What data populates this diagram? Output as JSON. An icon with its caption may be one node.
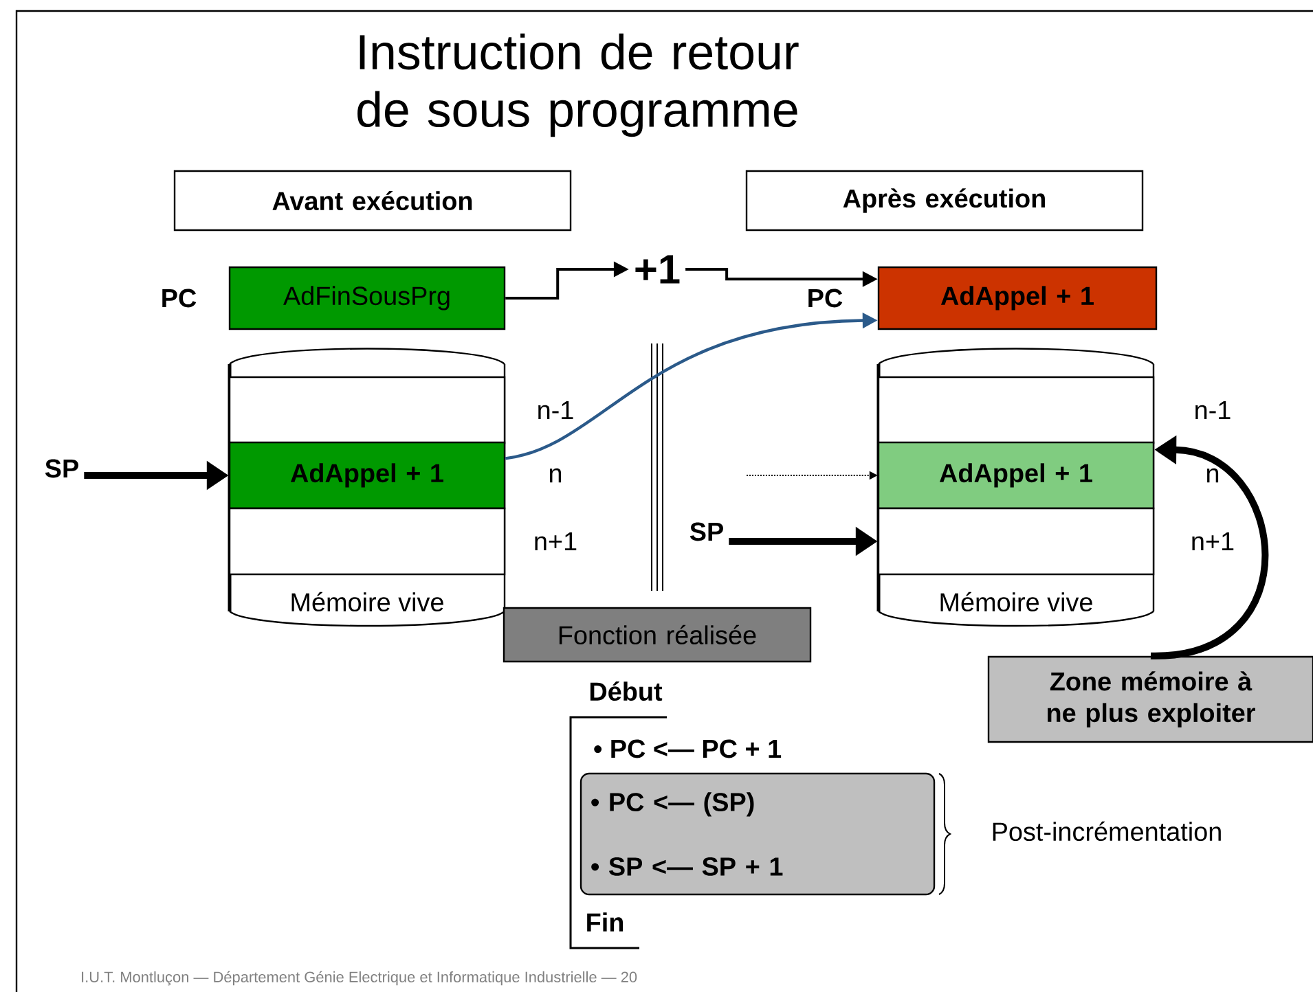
{
  "diagram": {
    "title": "Instruction de retour de sous programme",
    "nodes": [
      {
        "text": [
          "Avant exécution"
        ]
      },
      {
        "text": [
          "Après exécution"
        ]
      },
      {
        "text": [
          "AdFinSousPrg"
        ],
        "beside": [
          "PC"
        ]
      },
      {
        "text": [
          "+1"
        ]
      },
      {
        "text": [
          "AdAppel + 1"
        ],
        "beside": [
          "PC"
        ]
      },
      {
        "text": [
          "Mémoire vive"
        ]
      },
      {
        "text": [],
        "shape": "box",
        "in": 5,
        "beside": [
          "n-1"
        ]
      },
      {
        "text": [
          "AdAppel + 1"
        ],
        "in": 5,
        "beside": [
          "n"
        ]
      },
      {
        "text": [],
        "shape": "box",
        "in": 5,
        "beside": [
          "n+1"
        ]
      },
      {
        "text": [
          "SP"
        ]
      },
      {
        "text": [
          "Mémoire vive"
        ]
      },
      {
        "text": [],
        "shape": "box",
        "in": 10,
        "beside": [
          "n-1"
        ]
      },
      {
        "text": [
          "AdAppel + 1"
        ],
        "in": 10,
        "beside": [
          "n"
        ]
      },
      {
        "text": [],
        "shape": "box",
        "in": 10,
        "beside": [
          "n+1"
        ]
      },
      {
        "text": [
          "SP"
        ]
      },
      {
        "text": [
          "Fonction réalisée"
        ]
      },
      {
        "text": [
          "Zone mémoire à ne plus exploiter"
        ]
      },
      {
        "text": [
          "• PC <— (SP)",
          "• SP <— SP + 1"
        ],
        "beside": [
          "Post-incrémentation"
        ]
      }
    ],
    "edges": [
      {
        "from": 2,
        "to": 3,
        "arrow": "to"
      },
      {
        "from": 3,
        "to": 4,
        "arrow": "to"
      },
      {
        "from": 7,
        "to": 4,
        "arrow": "to",
        "color": "#2b5a8a"
      },
      {
        "from": 9,
        "to": 7,
        "arrow": "to",
        "style": "thick"
      },
      {
        "from": null,
        "to": 12,
        "arrow": "to",
        "style": "dashed"
      },
      {
        "from": 14,
        "to": 13,
        "arrow": "to",
        "style": "thick"
      },
      {
        "from": 16,
        "to": 12,
        "arrow": "to",
        "style": "thick"
      }
    ],
    "labels": [
      "Début",
      "• PC <— PC + 1",
      "Fin",
      "I.U.T. Montluçon — Département Génie Electrique et Informatique Industrielle — 20"
    ]
  }
}
